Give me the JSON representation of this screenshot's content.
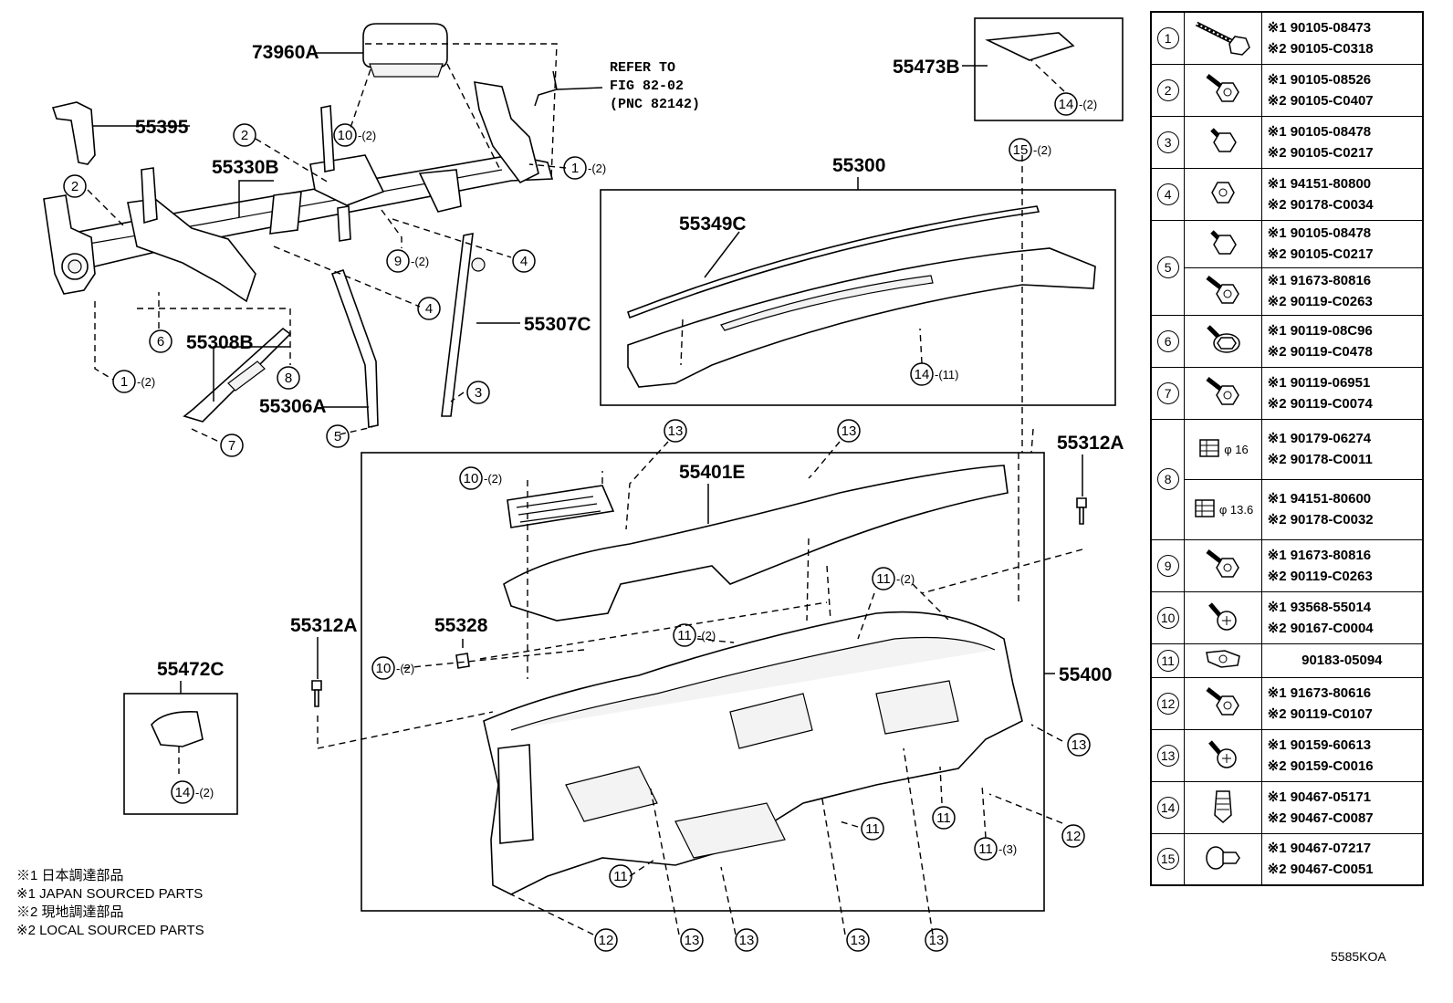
{
  "labels": {
    "p73960A": "73960A",
    "p55395": "55395",
    "p55330B": "55330B",
    "p55308B": "55308B",
    "p55306A": "55306A",
    "p55307C": "55307C",
    "p55473B": "55473B",
    "p55300": "55300",
    "p55349C": "55349C",
    "p55401E": "55401E",
    "p55312A_right": "55312A",
    "p55312A_left": "55312A",
    "p55328": "55328",
    "p55472C": "55472C",
    "p55400": "55400"
  },
  "reference": {
    "line1": "REFER TO",
    "line2": "FIG 82-02",
    "line3": "(PNC 82142)"
  },
  "callouts": {
    "c1_top": "1",
    "c1_top_qty": "-(2)",
    "c1_left": "1",
    "c1_left_qty": "-(2)",
    "c2_a": "2",
    "c2_b": "2",
    "c3": "3",
    "c4_a": "4",
    "c4_b": "4",
    "c5": "5",
    "c6": "6",
    "c7": "7",
    "c8": "8",
    "c9": "9",
    "c9_qty": "-(2)",
    "c10_a": "10",
    "c10_a_qty": "-(2)",
    "c10_b": "10",
    "c10_b_qty": "-(2)",
    "c10_c": "10",
    "c10_c_qty": "-(2)",
    "c11_a": "11",
    "c11_a_qty": "-(2)",
    "c11_b": "11",
    "c11_b_qty": "-(2)",
    "c11_c": "11",
    "c11_d": "11",
    "c11_e": "11",
    "c11_f": "11",
    "c11_f_qty": "-(3)",
    "c12_a": "12",
    "c12_b": "12",
    "c13_a": "13",
    "c13_b": "13",
    "c13_c": "13",
    "c13_d": "13",
    "c13_e": "13",
    "c13_f": "13",
    "c13_g": "13",
    "c14_a": "14",
    "c14_a_qty": "-(2)",
    "c14_b": "14",
    "c14_b_qty": "-(11)",
    "c14_c": "14",
    "c14_c_qty": "-(2)",
    "c15": "15",
    "c15_qty": "-(2)"
  },
  "legend": {
    "line1": "※1 日本調達部品",
    "line2": "※1 JAPAN SOURCED PARTS",
    "line3": "※2 現地調達部品",
    "line4": "※2 LOCAL SOURCED PARTS"
  },
  "parts_table": {
    "rows": [
      {
        "key": "1",
        "n1": "※1 90105-08473",
        "n2": "※2 90105-C0318",
        "icon": "long-bolt-icon"
      },
      {
        "key": "2",
        "n1": "※1 90105-08526",
        "n2": "※2 90105-C0407",
        "icon": "bolt-icon"
      },
      {
        "key": "3",
        "n1": "※1 90105-08478",
        "n2": "※2 90105-C0217",
        "icon": "short-bolt-icon"
      },
      {
        "key": "4",
        "n1": "※1 94151-80800",
        "n2": "※2 90178-C0034",
        "icon": "nut-icon"
      },
      {
        "key": "5",
        "n1": "※1 90105-08478",
        "n2": "※2 90105-C0217",
        "icon": "short-bolt-icon"
      },
      {
        "key": "5",
        "n1": "※1 91673-80816",
        "n2": "※2 90119-C0263",
        "icon": "bolt-icon"
      },
      {
        "key": "6",
        "n1": "※1 90119-08C96",
        "n2": "※2 90119-C0478",
        "icon": "flange-bolt-icon"
      },
      {
        "key": "7",
        "n1": "※1 90119-06951",
        "n2": "※2 90119-C0074",
        "icon": "bolt-icon"
      },
      {
        "key": "8",
        "n1": "※1 90179-06274",
        "n2": "※2 90178-C0011",
        "icon": "nut-side-icon",
        "dim": "φ 16"
      },
      {
        "key": "8",
        "n1": "※1 94151-80600",
        "n2": "※2 90178-C0032",
        "icon": "nut-side-icon",
        "dim": "φ 13.6"
      },
      {
        "key": "9",
        "n1": "※1 91673-80816",
        "n2": "※2 90119-C0263",
        "icon": "bolt-icon"
      },
      {
        "key": "10",
        "n1": "※1 93568-55014",
        "n2": "※2 90167-C0004",
        "icon": "screw-icon"
      },
      {
        "key": "11",
        "n1": "90183-05094",
        "n2": "",
        "icon": "clip-nut-icon"
      },
      {
        "key": "12",
        "n1": "※1 91673-80616",
        "n2": "※2 90119-C0107",
        "icon": "bolt-icon"
      },
      {
        "key": "13",
        "n1": "※1 90159-60613",
        "n2": "※2 90159-C0016",
        "icon": "screw-icon"
      },
      {
        "key": "14",
        "n1": "※1 90467-05171",
        "n2": "※2 90467-C0087",
        "icon": "clip-icon"
      },
      {
        "key": "15",
        "n1": "※1 90467-07217",
        "n2": "※2 90467-C0051",
        "icon": "push-clip-icon"
      }
    ]
  },
  "diagram_code": "5585KOA"
}
